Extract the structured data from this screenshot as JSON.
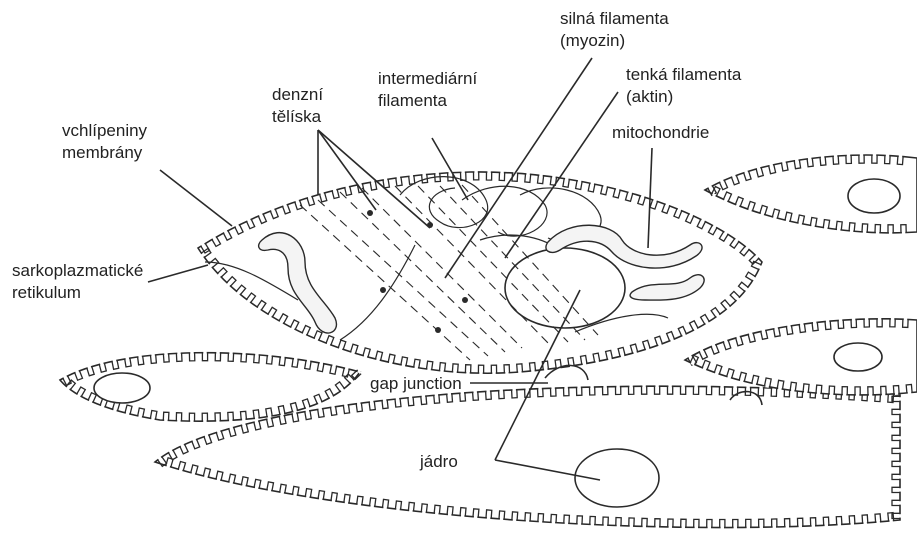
{
  "labels": {
    "silna_filamenta": [
      "silná filamenta",
      "(myozin)"
    ],
    "tenka_filamenta": [
      "tenká filamenta",
      "(aktin)"
    ],
    "intermediarni": [
      "intermediární",
      "filamenta"
    ],
    "denzni_teliska": [
      "denzní",
      "tělíska"
    ],
    "vchlipeniny": [
      "vchlípeniny",
      "membrány"
    ],
    "mitochondrie": [
      "mitochondrie"
    ],
    "sarkoplazmaticke": [
      "sarkoplazmatické",
      "retikulum"
    ],
    "gap_junction": [
      "gap junction"
    ],
    "jadro": [
      "jádro"
    ]
  },
  "colors": {
    "ink": "#2a2a2a",
    "paper": "#ffffff"
  }
}
